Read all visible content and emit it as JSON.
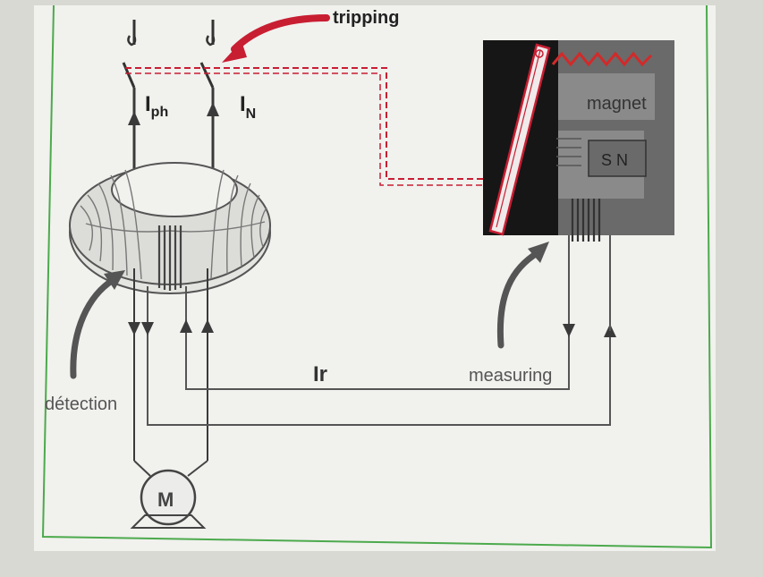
{
  "labels": {
    "tripping": "tripping",
    "i_ph_main": "I",
    "i_ph_sub": "ph",
    "i_n_main": "I",
    "i_n_sub": "N",
    "magnet": "magnet",
    "magnet_poles": "S N",
    "residual_current": "Ir",
    "measuring": "measuring",
    "detection": "détection",
    "motor": "M"
  },
  "colors": {
    "background": "#d9d9d4",
    "panel": "#f1f1ee",
    "border": "#4caa4c",
    "wire": "#444444",
    "tripping_link": "#c81e32",
    "spring": "#d22a2a",
    "relay_body": "#6a6a6a",
    "relay_dark": "#161616"
  },
  "icons": [
    "phase-switch-icon",
    "neutral-switch-icon",
    "toroid-core-icon",
    "magnet-relay-icon",
    "motor-icon"
  ]
}
